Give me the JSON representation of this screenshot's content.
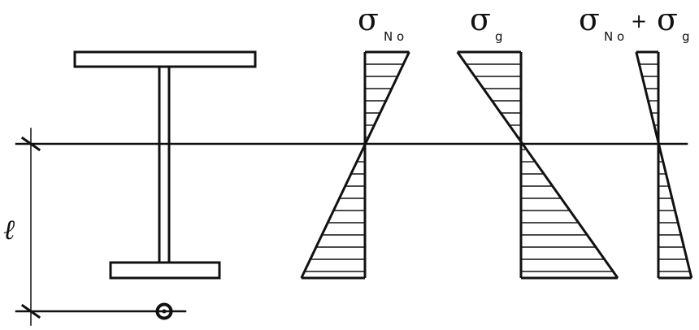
{
  "labels": {
    "sigma": "σ",
    "sub_n0": "N o",
    "sub_g": "g",
    "plus": "+",
    "length": "ℓ"
  },
  "colors": {
    "ink": "#111111",
    "background": "#ffffff"
  },
  "diagrams": [
    {
      "name": "sigma-n0",
      "top_value": 0.32,
      "bottom_value": -0.46
    },
    {
      "name": "sigma-g",
      "top_value": -0.46,
      "bottom_value": 0.7
    },
    {
      "name": "sigma-sum",
      "top_value": -0.16,
      "bottom_value": 0.24
    }
  ]
}
